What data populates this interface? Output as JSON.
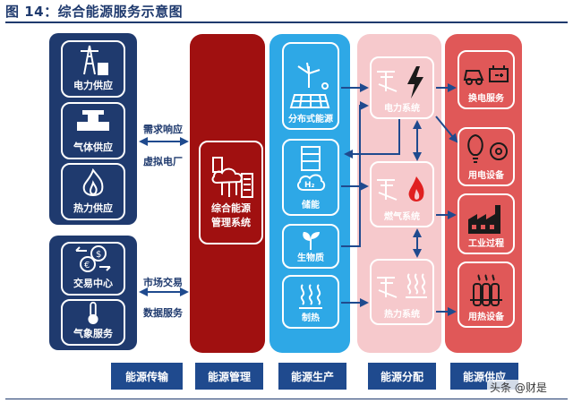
{
  "title": "图 14：综合能源服务示意图",
  "supply": {
    "items": [
      {
        "label": "电力供应",
        "icon": "power-tower-icon"
      },
      {
        "label": "气体供应",
        "icon": "gas-valve-icon"
      },
      {
        "label": "热力供应",
        "icon": "flame-icon"
      }
    ]
  },
  "trade": {
    "items": [
      {
        "label": "交易中心",
        "icon": "currency-exchange-icon"
      },
      {
        "label": "气象服务",
        "icon": "thermometer-icon"
      }
    ]
  },
  "links": {
    "demand_response": "需求响应",
    "virtual_plant": "虚拟电厂",
    "market_trade": "市场交易",
    "data_service": "数据服务"
  },
  "management": {
    "label_line1": "综合能源",
    "label_line2": "管理系统",
    "icon": "cloud-server-icon"
  },
  "production": {
    "items": [
      {
        "label": "分布式能源",
        "icon": "wind-solar-icon"
      },
      {
        "label": "储能",
        "icon": "h2-storage-icon"
      },
      {
        "label": "生物质",
        "icon": "sprout-icon"
      },
      {
        "label": "制热",
        "icon": "heat-waves-icon"
      }
    ]
  },
  "distribution": {
    "items": [
      {
        "label": "电力系统",
        "icon": "lightning-icon"
      },
      {
        "label": "燃气系统",
        "icon": "fire-icon"
      },
      {
        "label": "热力系统",
        "icon": "heat-waves-icon"
      }
    ]
  },
  "consumption": {
    "items": [
      {
        "label": "换电服务",
        "icon": "car-battery-icon"
      },
      {
        "label": "用电设备",
        "icon": "bulb-icon"
      },
      {
        "label": "工业过程",
        "icon": "factory-icon"
      },
      {
        "label": "用热设备",
        "icon": "radiator-icon"
      }
    ]
  },
  "footer": {
    "transport": "能源传输",
    "manage": "能源管理",
    "produce": "能源生产",
    "distribute": "能源分配",
    "consume": "能源供应"
  },
  "watermark": "头条 @财是",
  "colors": {
    "navy": "#1f3a6e",
    "dark_red": "#a01010",
    "cyan": "#2ea8e6",
    "pink": "#f6c9cc",
    "coral": "#e05858"
  }
}
